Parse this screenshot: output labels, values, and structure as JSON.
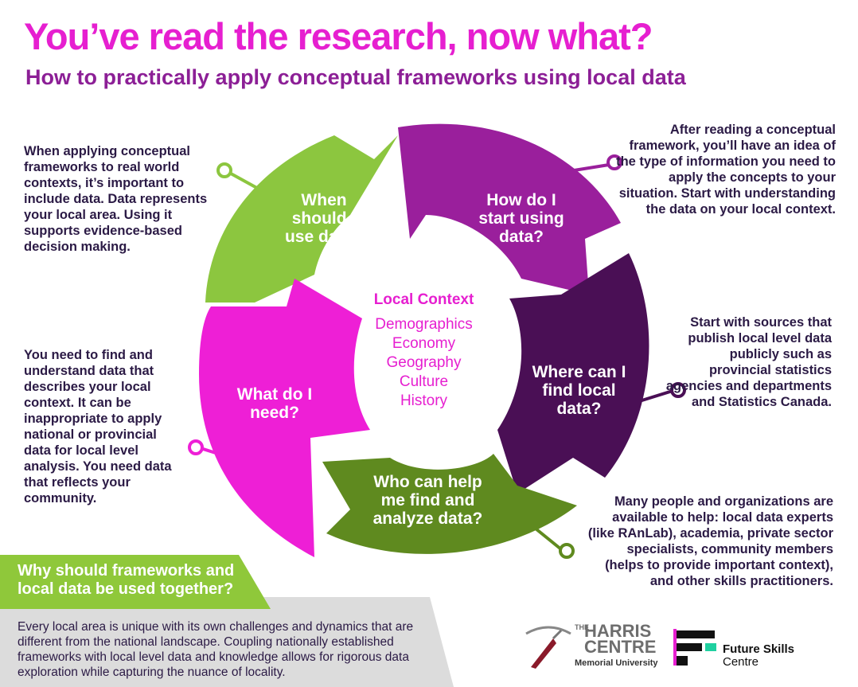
{
  "header": {
    "title": "You’ve read the research, now what?",
    "subtitle": "How to practically apply conceptual frameworks using local data"
  },
  "colors": {
    "title": "#e61fd0",
    "subtitle": "#8c1f96",
    "lime": "#8cc63f",
    "purple": "#9a1f9c",
    "dark_purple": "#4a0f55",
    "olive": "#5f8a1f",
    "magenta": "#ee1fd6"
  },
  "paragraphs": {
    "when": "When applying conceptual frameworks to real world contexts, it’s important to include data. Data represents your local area. Using it supports evidence-based decision making.",
    "after": "After reading a conceptual framework, you’ll have an idea of the type of information you need to apply the concepts to your situation. Start with understanding the data on your local context.",
    "start": "Start with sources that publish local level data publicly such as provincial statistics agencies and departments and Statistics Canada.",
    "many": "Many people and organizations are available to help: local data experts (like RAnLab), academia, private sector specialists, community members (helps to provide important context), and other skills practitioners.",
    "need": "You need to find and  understand data that describes your local context. It can be inappropriate to apply national or provincial data for local level analysis. You need data that reflects your community."
  },
  "cycle": {
    "when": "When should I use data?",
    "how": "How do I start using data?",
    "where": "Where can I find local data?",
    "who": "Who can help me find and analyze data?",
    "what": "What do I need?"
  },
  "center": {
    "title": "Local Context",
    "items": [
      "Demographics",
      "Economy",
      "Geography",
      "Culture",
      "History"
    ]
  },
  "why": {
    "heading": "Why should frameworks and local data be used together?",
    "body": "Every local area is unique with its own challenges and dynamics that are different from the national landscape. Coupling nationally established frameworks with local level data and knowledge allows for rigorous data exploration while capturing the nuance of locality."
  },
  "logos": {
    "harris_the": "THE",
    "harris_name": "HARRIS",
    "harris_centre": "CENTRE",
    "harris_university": "Memorial University",
    "fsc_line1": "Future Skills",
    "fsc_line2": "Centre"
  }
}
